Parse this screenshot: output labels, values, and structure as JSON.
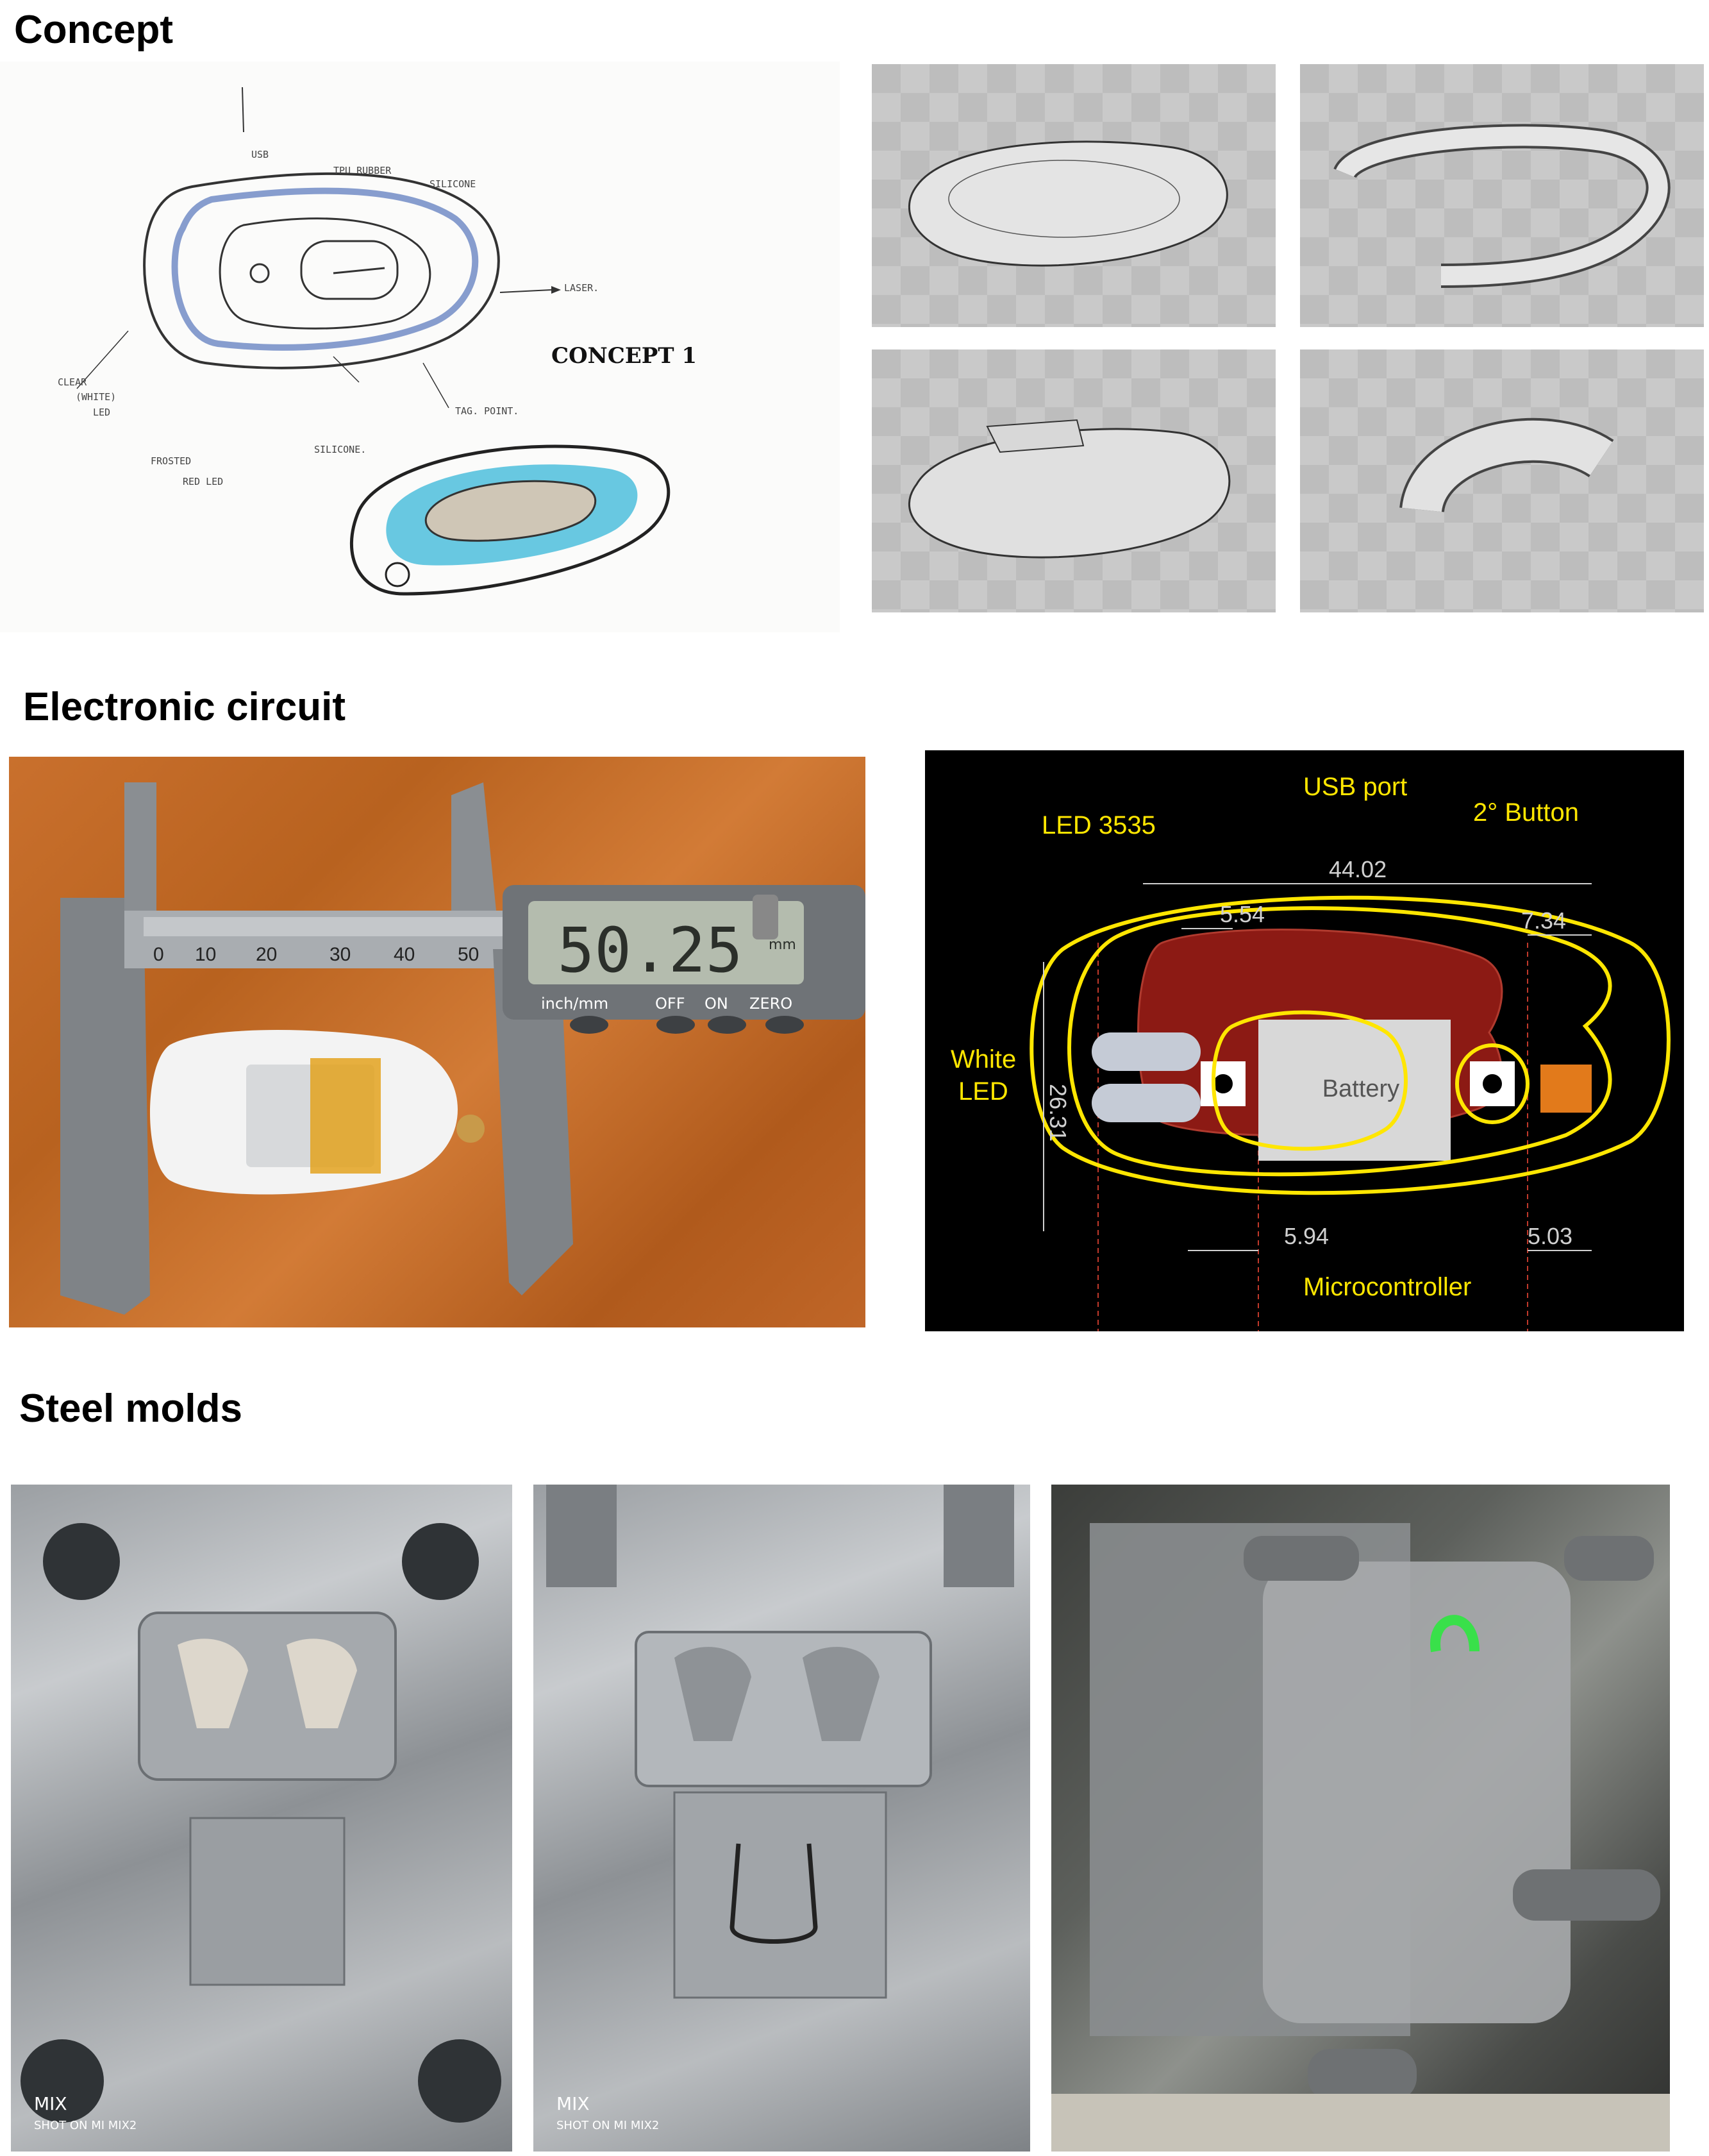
{
  "sections": {
    "concept": "Concept",
    "circuit": "Electronic circuit",
    "molds": "Steel molds"
  },
  "sketch": {
    "usb": "USB",
    "tpu": "TPU RUBBER",
    "silicone_top": "SILICONE",
    "laser": "LASER.",
    "concept_title": "CONCEPT 1",
    "clear": "CLEAR",
    "white": "(WHITE)",
    "led": "LED",
    "tag_point": "TAG. POINT.",
    "silicone_bottom": "SILICONE.",
    "frosted": "FROSTED",
    "red_led": "RED LED"
  },
  "caliper": {
    "reading": "50.25",
    "unit": "mm",
    "button1": "inch/mm",
    "button2": "OFF",
    "button3": "ON",
    "button4": "ZERO",
    "scale_numbers": [
      "0",
      "10",
      "20",
      "30",
      "40",
      "50"
    ]
  },
  "pcb_diagram": {
    "usb_port": "USB port",
    "led_3535": "LED 3535",
    "button": "2° Button",
    "white_led_line1": "White",
    "white_led_line2": "LED",
    "battery": "Battery",
    "microcontroller": "Microcontroller",
    "dim_total": "44.02",
    "dim_a": "5.54",
    "dim_b": "7.34",
    "dim_height": "26.31",
    "dim_c": "5.94",
    "dim_d": "5.03"
  },
  "mold_photos": {
    "watermark_brand": "MIX",
    "watermark_line": "SHOT ON MI MIX2"
  }
}
